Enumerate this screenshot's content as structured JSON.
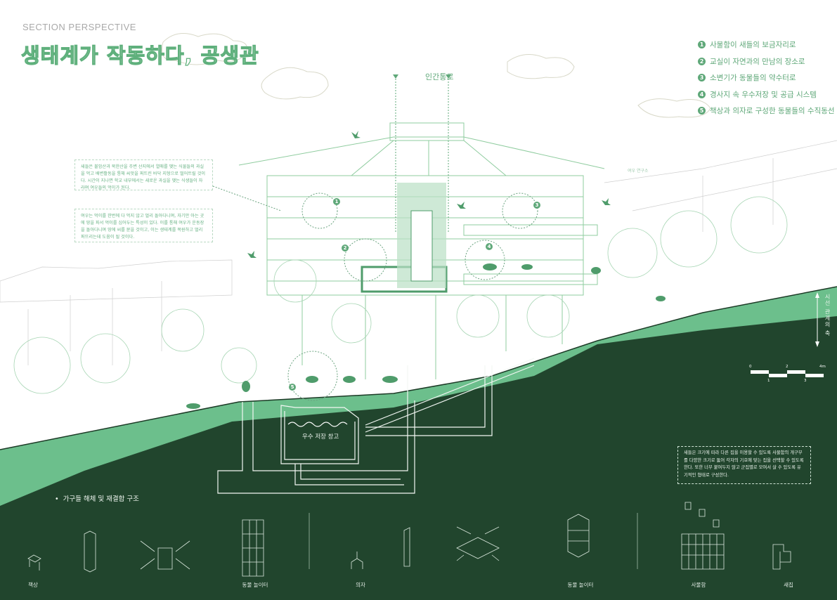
{
  "header": {
    "subtitle": "SECTION PERSPECTIVE",
    "title": "생태계가 작동하다, 공생관"
  },
  "legend": [
    {
      "num": "1",
      "label": "사물함이 새들의 보금자리로"
    },
    {
      "num": "2",
      "label": "교실이 자연과의 만남의 장소로"
    },
    {
      "num": "3",
      "label": "소변기가 동물들의 약수터로"
    },
    {
      "num": "4",
      "label": "경사지 속 우수저장 및 공급 시스템"
    },
    {
      "num": "5",
      "label": "책상과 의자로 구성한 동물들의 수직동선"
    }
  ],
  "notes": {
    "birds": "새들은 불암산과 북한산을 주변 산지에서 열매를 맺는 식물들의 과실을 먹고 배변활동을 통해 씨앗을 퍼뜨린 바닥 지형으로 떨어트릴 것이다. 시간이 지나면 학교 내부에서는 새로운 과실을 맺는 식생들이 자라며 여우들의 먹이가 된다.",
    "fox": "여우는 먹이를 한번에 다 먹지 않고 멀리 돌아다니며, 자기만 아는 곳에 땅을 파서 먹이를 심어두는 특성이 있다. 이를 통해 여우가 운동장을 돌아다니며 땅에 씨를 묻을 것이고, 이는 생태계를 복원하고 멀리 퍼뜨리는데 도움이 될 것이다.",
    "birdhouse": "새들은 크기에 따라 다른 집을 이용할 수 있도록 사물함의 개구부를 다양한 크기로 뚫어 각자의 기호에 맞는 집을 선택할 수 있도록 한다. 또한 너무 붙여두지 않고 군집별로 모여서 살 수 있도록 유기적인 형태로 구성한다."
  },
  "drawing": {
    "route_label": "인간통로",
    "fox_lab_label": "여우 연구소",
    "tank_label": "우수 저장 창고",
    "sightline_label": "시선 관계의 축",
    "markers": [
      "1",
      "2",
      "3",
      "4",
      "5"
    ],
    "scale": {
      "ticks_top": [
        "0",
        "2",
        "4m"
      ],
      "ticks_bottom": [
        "1",
        "3"
      ]
    }
  },
  "furniture": {
    "heading": "가구들 해체 및 재결합 구조",
    "labels": [
      "책상",
      "동물 놀이터",
      "의자",
      "동물 놀이터",
      "사물함",
      "새집"
    ]
  },
  "colors": {
    "dark_green": "#21452d",
    "mid_green": "#6cbf8c",
    "line_green": "#5fa879"
  }
}
